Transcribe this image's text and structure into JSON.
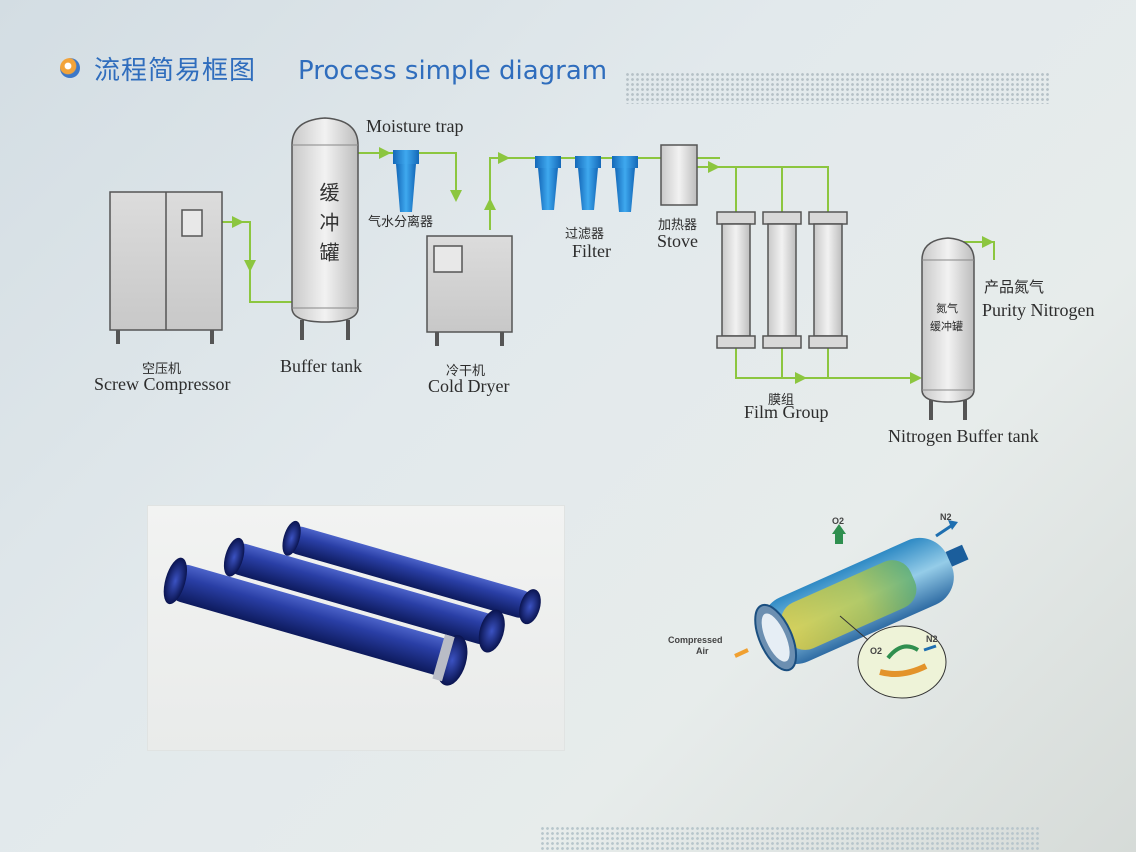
{
  "header": {
    "title_cn": "流程简易框图",
    "title_en": "Process simple diagram"
  },
  "nodes": {
    "compressor": {
      "cn": "空压机",
      "en": "Screw Compressor"
    },
    "buffer_tank": {
      "vertical": "缓冲罐",
      "en": "Buffer tank"
    },
    "moisture_trap": {
      "en": "Moisture trap",
      "cn": "气水分离器"
    },
    "cold_dryer": {
      "cn": "冷干机",
      "en": "Cold Dryer"
    },
    "filter": {
      "cn": "过滤器",
      "en": "Filter"
    },
    "stove": {
      "cn": "加热器",
      "en": "Stove"
    },
    "film_group": {
      "cn": "膜组",
      "en": "Film Group"
    },
    "nitrogen_buffer_tank": {
      "inner1": "氮气",
      "inner2": "缓冲罐",
      "en": "Nitrogen Buffer tank"
    },
    "product": {
      "cn": "产品氮气",
      "en": "Purity Nitrogen"
    }
  },
  "membrane_figure": {
    "o2": "O2",
    "n2": "N2",
    "compressed_air_line1": "Compressed",
    "compressed_air_line2": "Air",
    "inset_o2": "O2",
    "inset_n2": "N2"
  },
  "colors": {
    "flow_line": "#8cc63f",
    "title_blue": "#2f6dbd",
    "filter_blue": "#1e8fd8",
    "equipment_gray": "#d9d9d9"
  }
}
